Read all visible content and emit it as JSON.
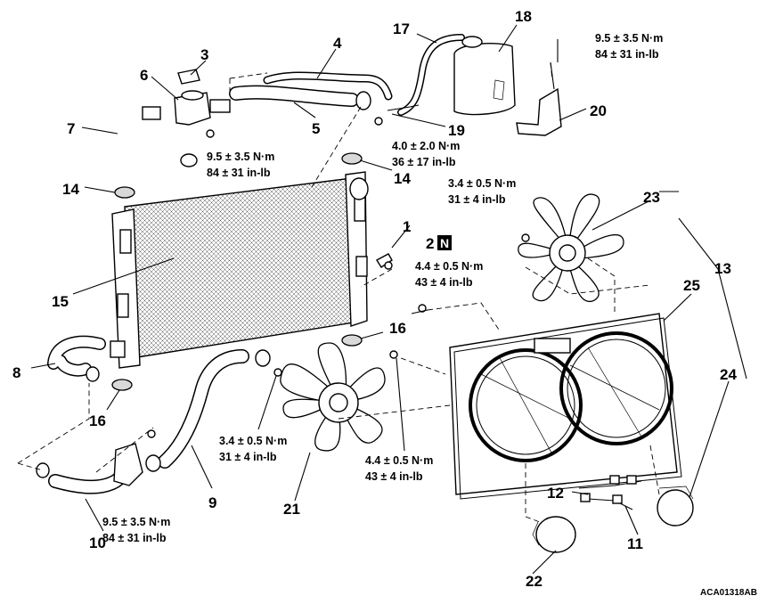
{
  "callouts": [
    {
      "id": "c1",
      "text": "1"
    },
    {
      "id": "c2",
      "text": "2"
    },
    {
      "id": "c2n",
      "text": "N"
    },
    {
      "id": "c3",
      "text": "3"
    },
    {
      "id": "c4",
      "text": "4"
    },
    {
      "id": "c5",
      "text": "5"
    },
    {
      "id": "c6",
      "text": "6"
    },
    {
      "id": "c7",
      "text": "7"
    },
    {
      "id": "c8",
      "text": "8"
    },
    {
      "id": "c9",
      "text": "9"
    },
    {
      "id": "c10",
      "text": "10"
    },
    {
      "id": "c11",
      "text": "11"
    },
    {
      "id": "c12",
      "text": "12"
    },
    {
      "id": "c13",
      "text": "13"
    },
    {
      "id": "c14a",
      "text": "14"
    },
    {
      "id": "c14b",
      "text": "14"
    },
    {
      "id": "c15",
      "text": "15"
    },
    {
      "id": "c16a",
      "text": "16"
    },
    {
      "id": "c16b",
      "text": "16"
    },
    {
      "id": "c17",
      "text": "17"
    },
    {
      "id": "c18",
      "text": "18"
    },
    {
      "id": "c19",
      "text": "19"
    },
    {
      "id": "c20",
      "text": "20"
    },
    {
      "id": "c21",
      "text": "21"
    },
    {
      "id": "c22",
      "text": "22"
    },
    {
      "id": "c23",
      "text": "23"
    },
    {
      "id": "c24",
      "text": "24"
    },
    {
      "id": "c25",
      "text": "25"
    }
  ],
  "torque_specs": [
    {
      "id": "t1",
      "nm": "9.5 ± 3.5 N·m",
      "inlb": "84 ± 31 in-lb"
    },
    {
      "id": "t2",
      "nm": "9.5 ± 3.5 N·m",
      "inlb": "84 ± 31 in-lb"
    },
    {
      "id": "t3",
      "nm": "4.0 ± 2.0 N·m",
      "inlb": "36 ± 17 in-lb"
    },
    {
      "id": "t4",
      "nm": "3.4 ± 0.5 N·m",
      "inlb": "31 ± 4 in-lb"
    },
    {
      "id": "t5",
      "nm": "4.4 ± 0.5 N·m",
      "inlb": "43 ± 4 in-lb"
    },
    {
      "id": "t6",
      "nm": "3.4 ± 0.5 N·m",
      "inlb": "31 ± 4 in-lb"
    },
    {
      "id": "t7",
      "nm": "4.4 ± 0.5 N·m",
      "inlb": "43 ± 4 in-lb"
    },
    {
      "id": "t8",
      "nm": "9.5 ± 3.5 N·m",
      "inlb": "84 ± 31 in-lb"
    }
  ],
  "figure_code": "ACA01318AB"
}
